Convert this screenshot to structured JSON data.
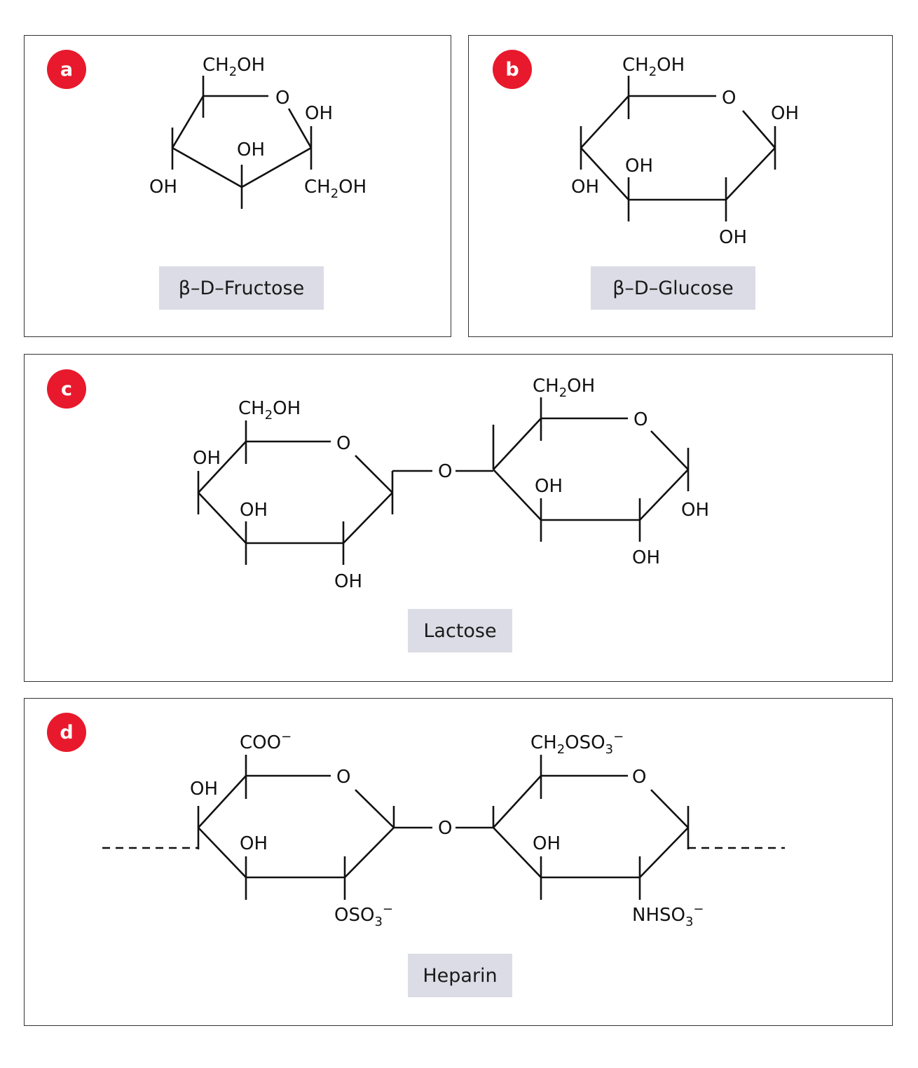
{
  "colors": {
    "badge": "#e8192c",
    "caption_bg": "#dcdce6",
    "border": "#333333",
    "ink": "#111111"
  },
  "panels": {
    "a": {
      "badge": "a",
      "caption": "β–D–Fructose",
      "labels": {
        "ch2oh_top": "CH2OH",
        "ring_o": "O",
        "oh_anomeric": "OH",
        "oh_c3": "OH",
        "oh_c4": "OH",
        "ch2oh_c2": "CH2OH"
      }
    },
    "b": {
      "badge": "b",
      "caption": "β–D–Glucose",
      "labels": {
        "ch2oh": "CH2OH",
        "ring_o": "O",
        "oh_c1": "OH",
        "oh_c3": "OH",
        "oh_c4": "OH",
        "oh_c2": "OH"
      }
    },
    "c": {
      "badge": "c",
      "caption": "Lactose",
      "labels": {
        "left_ch2oh": "CH2OH",
        "left_o": "O",
        "left_oh_c4": "OH",
        "left_oh_c3": "OH",
        "left_oh_c2": "OH",
        "bridge_o": "O",
        "right_ch2oh": "CH2OH",
        "right_o": "O",
        "right_oh_c3": "OH",
        "right_oh_c1": "OH",
        "right_oh_c2": "OH"
      }
    },
    "d": {
      "badge": "d",
      "caption": "Heparin",
      "labels": {
        "coo": "COO−",
        "left_o": "O",
        "left_oh_c4": "OH",
        "left_oh_c3": "OH",
        "oso3": "OSO3−",
        "bridge_o": "O",
        "ch2oso3": "CH2OSO3−",
        "right_o": "O",
        "right_oh_c3": "OH",
        "nhso3": "NHSO3−"
      }
    }
  }
}
